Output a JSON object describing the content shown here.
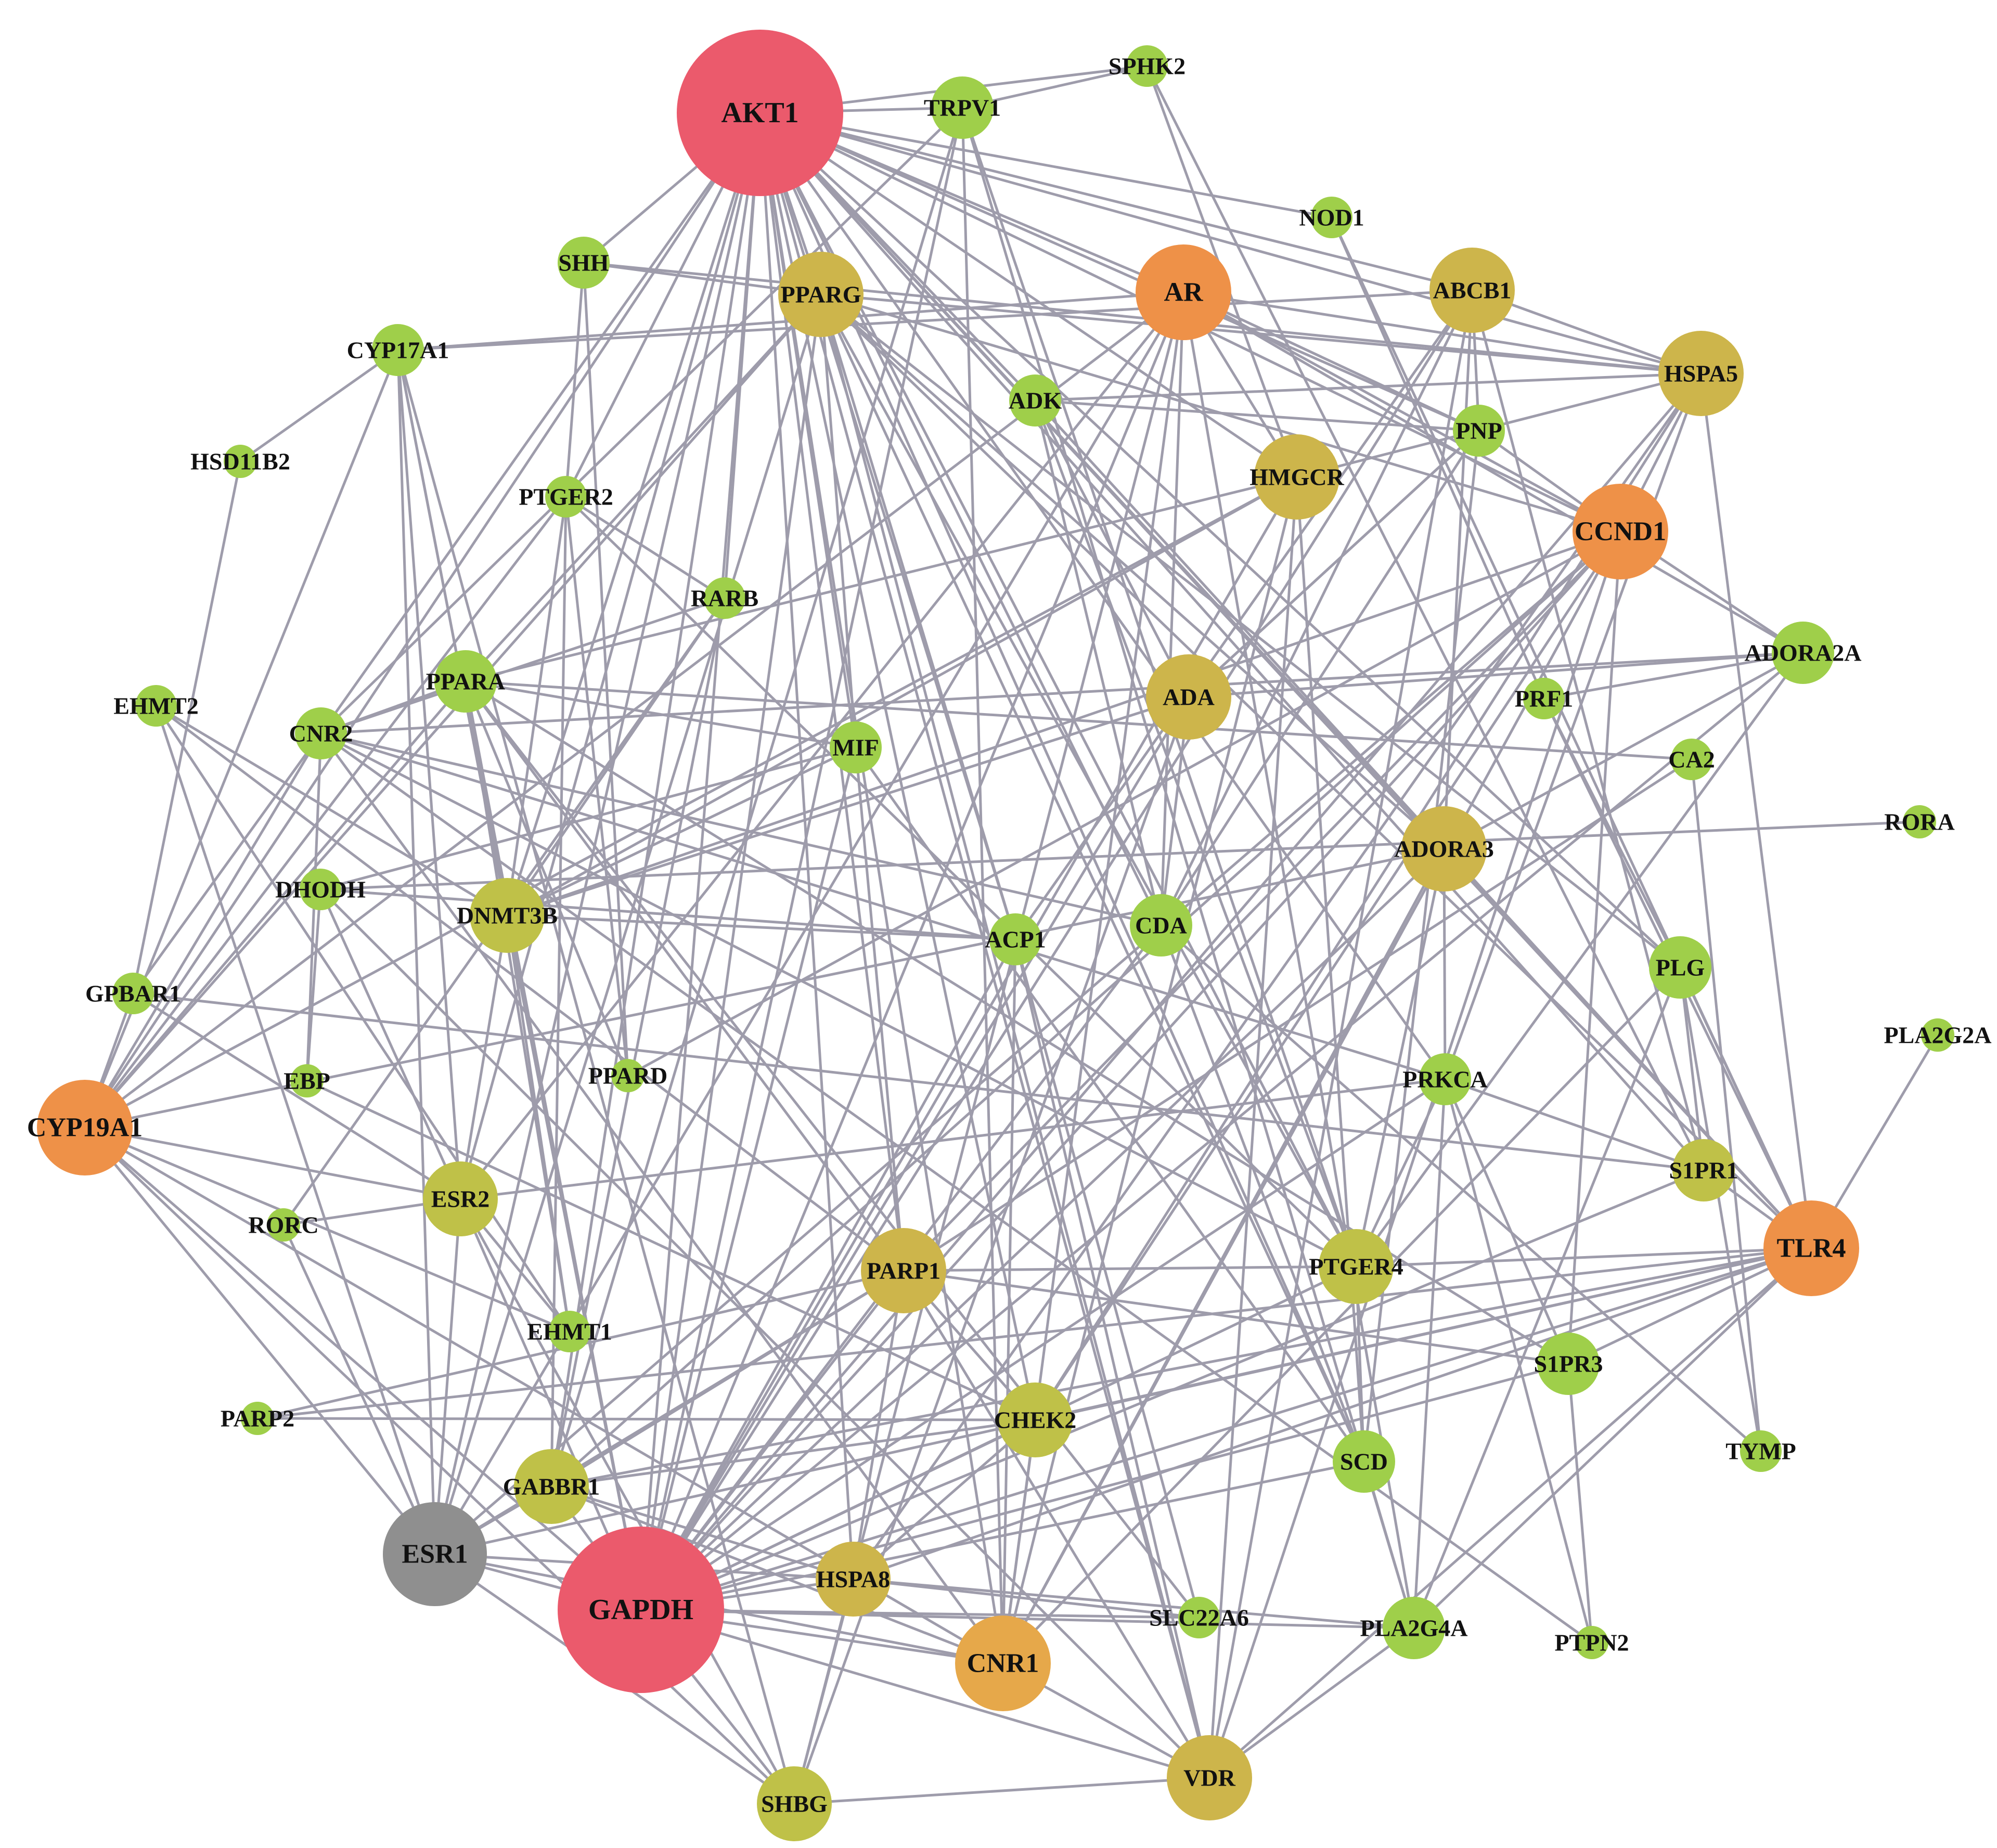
{
  "colors": {
    "edge": "#9e9cab",
    "hub": "#eb5a6c",
    "high": "#ee9148",
    "mid_high": "#e6a84a",
    "mid": "#cdb54b",
    "mid_low": "#bfc148",
    "low": "#9fcf4a",
    "gray": "#8f8f8f"
  },
  "nodes": [
    {
      "id": "AKT1",
      "label": "AKT1",
      "color": "hub",
      "degree": 36
    },
    {
      "id": "GAPDH",
      "label": "GAPDH",
      "color": "hub",
      "degree": 36
    },
    {
      "id": "ESR1",
      "label": "ESR1",
      "color": "gray",
      "degree": 22
    },
    {
      "id": "AR",
      "label": "AR",
      "color": "high",
      "degree": 17
    },
    {
      "id": "CCND1",
      "label": "CCND1",
      "color": "high",
      "degree": 17
    },
    {
      "id": "TLR4",
      "label": "TLR4",
      "color": "high",
      "degree": 17
    },
    {
      "id": "CYP19A1",
      "label": "CYP19A1",
      "color": "high",
      "degree": 16
    },
    {
      "id": "CNR1",
      "label": "CNR1",
      "color": "mid_high",
      "degree": 15
    },
    {
      "id": "PPARG",
      "label": "PPARG",
      "color": "mid",
      "degree": 14
    },
    {
      "id": "ABCB1",
      "label": "ABCB1",
      "color": "mid",
      "degree": 13
    },
    {
      "id": "HSPA5",
      "label": "HSPA5",
      "color": "mid",
      "degree": 13
    },
    {
      "id": "HMGCR",
      "label": "HMGCR",
      "color": "mid",
      "degree": 13
    },
    {
      "id": "ADA",
      "label": "ADA",
      "color": "mid",
      "degree": 13
    },
    {
      "id": "ADORA3",
      "label": "ADORA3",
      "color": "mid",
      "degree": 12
    },
    {
      "id": "PARP1",
      "label": "PARP1",
      "color": "mid",
      "degree": 12
    },
    {
      "id": "VDR",
      "label": "VDR",
      "color": "mid",
      "degree": 12
    },
    {
      "id": "HSPA8",
      "label": "HSPA8",
      "color": "mid",
      "degree": 11
    },
    {
      "id": "DNMT3B",
      "label": "DNMT3B",
      "color": "mid_low",
      "degree": 11
    },
    {
      "id": "GABBR1",
      "label": "GABBR1",
      "color": "mid_low",
      "degree": 11
    },
    {
      "id": "PTGER4",
      "label": "PTGER4",
      "color": "mid_low",
      "degree": 11
    },
    {
      "id": "ESR2",
      "label": "ESR2",
      "color": "mid_low",
      "degree": 10
    },
    {
      "id": "SHBG",
      "label": "SHBG",
      "color": "mid_low",
      "degree": 10
    },
    {
      "id": "CHEK2",
      "label": "CHEK2",
      "color": "mid_low",
      "degree": 10
    },
    {
      "id": "S1PR1",
      "label": "S1PR1",
      "color": "mid_low",
      "degree": 9
    },
    {
      "id": "ADORA2A",
      "label": "ADORA2A",
      "color": "low",
      "degree": 8
    },
    {
      "id": "PPARA",
      "label": "PPARA",
      "color": "low",
      "degree": 8
    },
    {
      "id": "TRPV1",
      "label": "TRPV1",
      "color": "low",
      "degree": 8
    },
    {
      "id": "CDA",
      "label": "CDA",
      "color": "low",
      "degree": 8
    },
    {
      "id": "SCD",
      "label": "SCD",
      "color": "low",
      "degree": 8
    },
    {
      "id": "S1PR3",
      "label": "S1PR3",
      "color": "low",
      "degree": 8
    },
    {
      "id": "PLA2G4A",
      "label": "PLA2G4A",
      "color": "low",
      "degree": 8
    },
    {
      "id": "PLG",
      "label": "PLG",
      "color": "low",
      "degree": 8
    },
    {
      "id": "PRKCA",
      "label": "PRKCA",
      "color": "low",
      "degree": 7
    },
    {
      "id": "CNR2",
      "label": "CNR2",
      "color": "low",
      "degree": 7
    },
    {
      "id": "CYP17A1",
      "label": "CYP17A1",
      "color": "low",
      "degree": 7
    },
    {
      "id": "ADK",
      "label": "ADK",
      "color": "low",
      "degree": 7
    },
    {
      "id": "PNP",
      "label": "PNP",
      "color": "low",
      "degree": 7
    },
    {
      "id": "SHH",
      "label": "SHH",
      "color": "low",
      "degree": 6
    },
    {
      "id": "SPHK2",
      "label": "SPHK2",
      "color": "low",
      "degree": 5
    },
    {
      "id": "MIF",
      "label": "MIF",
      "color": "low",
      "degree": 6
    },
    {
      "id": "ACP1",
      "label": "ACP1",
      "color": "low",
      "degree": 6
    },
    {
      "id": "RARB",
      "label": "RARB",
      "color": "low",
      "degree": 5
    },
    {
      "id": "PTGER2",
      "label": "PTGER2",
      "color": "low",
      "degree": 5
    },
    {
      "id": "CA2",
      "label": "CA2",
      "color": "low",
      "degree": 5
    },
    {
      "id": "PRF1",
      "label": "PRF1",
      "color": "low",
      "degree": 5
    },
    {
      "id": "NOD1",
      "label": "NOD1",
      "color": "low",
      "degree": 4
    },
    {
      "id": "GPBAR1",
      "label": "GPBAR1",
      "color": "low",
      "degree": 4
    },
    {
      "id": "DHODH",
      "label": "DHODH",
      "color": "low",
      "degree": 4
    },
    {
      "id": "EHMT2",
      "label": "EHMT2",
      "color": "low",
      "degree": 4
    },
    {
      "id": "EHMT1",
      "label": "EHMT1",
      "color": "low",
      "degree": 4
    },
    {
      "id": "TYMP",
      "label": "TYMP",
      "color": "low",
      "degree": 4
    },
    {
      "id": "SLC22A6",
      "label": "SLC22A6",
      "color": "low",
      "degree": 4
    },
    {
      "id": "PTPN2",
      "label": "PTPN2",
      "color": "low",
      "degree": 3
    },
    {
      "id": "PARP2",
      "label": "PARP2",
      "color": "low",
      "degree": 3
    },
    {
      "id": "RORC",
      "label": "RORC",
      "color": "low",
      "degree": 3
    },
    {
      "id": "EBP",
      "label": "EBP",
      "color": "low",
      "degree": 3
    },
    {
      "id": "HSD11B2",
      "label": "HSD11B2",
      "color": "low",
      "degree": 2
    },
    {
      "id": "PPARD",
      "label": "PPARD",
      "color": "low",
      "degree": 3
    },
    {
      "id": "RORA",
      "label": "RORA",
      "color": "low",
      "degree": 1
    },
    {
      "id": "PLA2G2A",
      "label": "PLA2G2A",
      "color": "low",
      "degree": 1
    }
  ],
  "edges": [
    [
      "AKT1",
      "TRPV1"
    ],
    [
      "AKT1",
      "SPHK2"
    ],
    [
      "AKT1",
      "NOD1"
    ],
    [
      "AKT1",
      "ABCB1"
    ],
    [
      "AKT1",
      "HSPA5"
    ],
    [
      "AKT1",
      "AR"
    ],
    [
      "AKT1",
      "PPARG"
    ],
    [
      "AKT1",
      "SHH"
    ],
    [
      "AKT1",
      "ADK"
    ],
    [
      "AKT1",
      "PNP"
    ],
    [
      "AKT1",
      "HMGCR"
    ],
    [
      "AKT1",
      "CCND1"
    ],
    [
      "AKT1",
      "ADORA3"
    ],
    [
      "AKT1",
      "TLR4"
    ],
    [
      "AKT1",
      "CYP19A1"
    ],
    [
      "AKT1",
      "GAPDH"
    ],
    [
      "AKT1",
      "ESR1"
    ],
    [
      "AKT1",
      "RARB"
    ],
    [
      "AKT1",
      "PTGER2"
    ],
    [
      "AKT1",
      "MIF"
    ],
    [
      "AKT1",
      "PARP1"
    ],
    [
      "AKT1",
      "VDR"
    ],
    [
      "AKT1",
      "CNR1"
    ],
    [
      "AKT1",
      "ACP1"
    ],
    [
      "AKT1",
      "PRKCA"
    ],
    [
      "AKT1",
      "CHEK2"
    ],
    [
      "AKT1",
      "DNMT3B"
    ],
    [
      "AKT1",
      "CNR2"
    ],
    [
      "AKT1",
      "PLG"
    ],
    [
      "AKT1",
      "S1PR1"
    ],
    [
      "AKT1",
      "ESR2"
    ],
    [
      "AKT1",
      "GABBR1"
    ],
    [
      "AKT1",
      "HSPA8"
    ],
    [
      "AKT1",
      "SCD"
    ],
    [
      "AKT1",
      "PTGER4"
    ],
    [
      "AKT1",
      "CDA"
    ],
    [
      "GAPDH",
      "ESR1"
    ],
    [
      "GAPDH",
      "SHBG"
    ],
    [
      "GAPDH",
      "CNR1"
    ],
    [
      "GAPDH",
      "HSPA8"
    ],
    [
      "GAPDH",
      "VDR"
    ],
    [
      "GAPDH",
      "GABBR1"
    ],
    [
      "GAPDH",
      "PARP1"
    ],
    [
      "GAPDH",
      "CHEK2"
    ],
    [
      "GAPDH",
      "PPARG"
    ],
    [
      "GAPDH",
      "AR"
    ],
    [
      "GAPDH",
      "ABCB1"
    ],
    [
      "GAPDH",
      "HSPA5"
    ],
    [
      "GAPDH",
      "HMGCR"
    ],
    [
      "GAPDH",
      "CCND1"
    ],
    [
      "GAPDH",
      "ADA"
    ],
    [
      "GAPDH",
      "ADORA3"
    ],
    [
      "GAPDH",
      "TLR4"
    ],
    [
      "GAPDH",
      "S1PR1"
    ],
    [
      "GAPDH",
      "S1PR3"
    ],
    [
      "GAPDH",
      "PTGER4"
    ],
    [
      "GAPDH",
      "MIF"
    ],
    [
      "GAPDH",
      "ACP1"
    ],
    [
      "GAPDH",
      "CDA"
    ],
    [
      "GAPDH",
      "DNMT3B"
    ],
    [
      "GAPDH",
      "ESR2"
    ],
    [
      "GAPDH",
      "CYP19A1"
    ],
    [
      "GAPDH",
      "PRKCA"
    ],
    [
      "GAPDH",
      "PLA2G4A"
    ],
    [
      "GAPDH",
      "SCD"
    ],
    [
      "GAPDH",
      "TRPV1"
    ],
    [
      "GAPDH",
      "PPARA"
    ],
    [
      "GAPDH",
      "CYP17A1"
    ],
    [
      "GAPDH",
      "ADORA2A"
    ],
    [
      "GAPDH",
      "SLC22A6"
    ],
    [
      "ESR1",
      "CYP19A1"
    ],
    [
      "ESR1",
      "ESR2"
    ],
    [
      "ESR1",
      "SHBG"
    ],
    [
      "ESR1",
      "GABBR1"
    ],
    [
      "ESR1",
      "CNR1"
    ],
    [
      "ESR1",
      "EHMT2"
    ],
    [
      "ESR1",
      "RORC"
    ],
    [
      "ESR1",
      "PARP1"
    ],
    [
      "ESR1",
      "TLR4"
    ],
    [
      "ESR1",
      "CCND1"
    ],
    [
      "ESR1",
      "AR"
    ],
    [
      "ESR1",
      "PPARG"
    ],
    [
      "ESR1",
      "CYP17A1"
    ],
    [
      "ESR1",
      "HSPA8"
    ],
    [
      "CYP19A1",
      "CYP17A1"
    ],
    [
      "CYP19A1",
      "GPBAR1"
    ],
    [
      "CYP19A1",
      "PPARG"
    ],
    [
      "CYP19A1",
      "ESR2"
    ],
    [
      "CYP19A1",
      "CNR2"
    ],
    [
      "CYP19A1",
      "PTGER2"
    ],
    [
      "CYP19A1",
      "HMGCR"
    ],
    [
      "CYP19A1",
      "SHBG"
    ],
    [
      "CYP19A1",
      "PPARA"
    ],
    [
      "CYP19A1",
      "ADORA3"
    ],
    [
      "CYP19A1",
      "AR"
    ],
    [
      "CYP19A1",
      "CNR1"
    ],
    [
      "CYP19A1",
      "EHMT1"
    ],
    [
      "CYP17A1",
      "HSD11B2"
    ],
    [
      "CYP17A1",
      "AR"
    ],
    [
      "CYP17A1",
      "DNMT3B"
    ],
    [
      "CYP17A1",
      "SHBG"
    ],
    [
      "CYP17A1",
      "ESR2"
    ],
    [
      "HSD11B2",
      "GPBAR1"
    ],
    [
      "EHMT2",
      "EHMT1"
    ],
    [
      "EHMT2",
      "DNMT3B"
    ],
    [
      "EHMT2",
      "PARP1"
    ],
    [
      "SHH",
      "PPARG"
    ],
    [
      "SHH",
      "PTGER2"
    ],
    [
      "SHH",
      "HSPA5"
    ],
    [
      "SHH",
      "PPARD"
    ],
    [
      "PPARG",
      "HSPA5"
    ],
    [
      "PPARG",
      "CCND1"
    ],
    [
      "PPARG",
      "PPARA"
    ],
    [
      "PPARG",
      "ACP1"
    ],
    [
      "PPARG",
      "PTGER4"
    ],
    [
      "PPARG",
      "VDR"
    ],
    [
      "PPARG",
      "TLR4"
    ],
    [
      "PPARG",
      "SCD"
    ],
    [
      "PPARG",
      "ADORA3"
    ],
    [
      "PPARG",
      "MIF"
    ],
    [
      "PPARG",
      "PLG"
    ],
    [
      "AR",
      "HSPA5"
    ],
    [
      "AR",
      "CCND1"
    ],
    [
      "AR",
      "PLA2G4A"
    ],
    [
      "AR",
      "HMGCR"
    ],
    [
      "AR",
      "ESR2"
    ],
    [
      "AR",
      "SHBG"
    ],
    [
      "AR",
      "CNR1"
    ],
    [
      "AR",
      "PNP"
    ],
    [
      "AR",
      "CDA"
    ],
    [
      "AR",
      "ADORA2A"
    ],
    [
      "ABCB1",
      "HSPA5"
    ],
    [
      "ABCB1",
      "PNP"
    ],
    [
      "ABCB1",
      "CYP17A1"
    ],
    [
      "ABCB1",
      "ADORA3"
    ],
    [
      "ABCB1",
      "S1PR1"
    ],
    [
      "ABCB1",
      "VDR"
    ],
    [
      "ABCB1",
      "CDA"
    ],
    [
      "ABCB1",
      "ACP1"
    ],
    [
      "HSPA5",
      "CCND1"
    ],
    [
      "HSPA5",
      "HMGCR"
    ],
    [
      "HSPA5",
      "TLR4"
    ],
    [
      "HSPA5",
      "ADK"
    ],
    [
      "HSPA5",
      "HSPA8"
    ],
    [
      "HSPA5",
      "CHEK2"
    ],
    [
      "HSPA5",
      "PRKCA"
    ],
    [
      "SPHK2",
      "HMGCR"
    ],
    [
      "SPHK2",
      "S1PR1"
    ],
    [
      "SPHK2",
      "TRPV1"
    ],
    [
      "TRPV1",
      "CNR1"
    ],
    [
      "TRPV1",
      "CNR2"
    ],
    [
      "TRPV1",
      "PLA2G4A"
    ],
    [
      "TRPV1",
      "PTGER4"
    ],
    [
      "TRPV1",
      "GABBR1"
    ],
    [
      "NOD1",
      "PRF1"
    ],
    [
      "NOD1",
      "TLR4"
    ],
    [
      "ADK",
      "ADA"
    ],
    [
      "ADK",
      "PNP"
    ],
    [
      "ADK",
      "CDA"
    ],
    [
      "ADK",
      "TLR4"
    ],
    [
      "ADK",
      "PTGER4"
    ],
    [
      "PNP",
      "ADA"
    ],
    [
      "PNP",
      "CCND1"
    ],
    [
      "PNP",
      "SCD"
    ],
    [
      "HMGCR",
      "SCD"
    ],
    [
      "HMGCR",
      "PPARA"
    ],
    [
      "HMGCR",
      "VDR"
    ],
    [
      "HMGCR",
      "DNMT3B"
    ],
    [
      "HMGCR",
      "CNR1"
    ],
    [
      "CCND1",
      "CHEK2"
    ],
    [
      "CCND1",
      "PARP1"
    ],
    [
      "CCND1",
      "VDR"
    ],
    [
      "CCND1",
      "ADORA2A"
    ],
    [
      "CCND1",
      "PPARD"
    ],
    [
      "CCND1",
      "GABBR1"
    ],
    [
      "CCND1",
      "S1PR3"
    ],
    [
      "CCND1",
      "CNR1"
    ],
    [
      "CCND1",
      "DNMT3B"
    ],
    [
      "ADORA2A",
      "ADA"
    ],
    [
      "ADORA2A",
      "ADORA3"
    ],
    [
      "ADORA2A",
      "PTGER4"
    ],
    [
      "ADORA2A",
      "PRF1"
    ],
    [
      "ADORA2A",
      "CNR2"
    ],
    [
      "ADA",
      "CDA"
    ],
    [
      "ADA",
      "PNP"
    ],
    [
      "ADA",
      "DNMT3B"
    ],
    [
      "ADA",
      "SHBG"
    ],
    [
      "PRF1",
      "PLG"
    ],
    [
      "PRF1",
      "TLR4"
    ],
    [
      "CA2",
      "PPARA"
    ],
    [
      "CA2",
      "PARP1"
    ],
    [
      "CA2",
      "TYMP"
    ],
    [
      "RORA",
      "DHODH"
    ],
    [
      "ADORA3",
      "PRKCA"
    ],
    [
      "ADORA3",
      "TLR4"
    ],
    [
      "ADORA3",
      "CNR1"
    ],
    [
      "ADORA3",
      "PTGER4"
    ],
    [
      "CDA",
      "TYMP"
    ],
    [
      "CDA",
      "PNP"
    ],
    [
      "CDA",
      "SCD"
    ],
    [
      "CDA",
      "CNR2"
    ],
    [
      "ACP1",
      "CNR1"
    ],
    [
      "ACP1",
      "VDR"
    ],
    [
      "ACP1",
      "SLC22A6"
    ],
    [
      "ACP1",
      "DHODH"
    ],
    [
      "PLG",
      "S1PR1"
    ],
    [
      "PLG",
      "TLR4"
    ],
    [
      "PLG",
      "PLA2G4A"
    ],
    [
      "PLG",
      "CNR1"
    ],
    [
      "PLA2G2A",
      "TLR4"
    ],
    [
      "PRKCA",
      "S1PR1"
    ],
    [
      "PRKCA",
      "PLA2G4A"
    ],
    [
      "PRKCA",
      "PTGER4"
    ],
    [
      "PRKCA",
      "PTPN2"
    ],
    [
      "PRKCA",
      "CNR2"
    ],
    [
      "PRKCA",
      "ESR2"
    ],
    [
      "PRKCA",
      "S1PR3"
    ],
    [
      "S1PR1",
      "TLR4"
    ],
    [
      "S1PR1",
      "GPBAR1"
    ],
    [
      "TLR4",
      "S1PR3"
    ],
    [
      "TLR4",
      "PTGER4"
    ],
    [
      "TLR4",
      "HSPA8"
    ],
    [
      "TLR4",
      "CHEK2"
    ],
    [
      "TLR4",
      "PARP2"
    ],
    [
      "TLR4",
      "GABBR1"
    ],
    [
      "TLR4",
      "PLA2G4A"
    ],
    [
      "TLR4",
      "VDR"
    ],
    [
      "PTGER4",
      "PARP1"
    ],
    [
      "PTGER4",
      "SCD"
    ],
    [
      "PTGER4",
      "CNR2"
    ],
    [
      "PTGER4",
      "PTGER2"
    ],
    [
      "S1PR3",
      "PARP1"
    ],
    [
      "S1PR3",
      "PTPN2"
    ],
    [
      "S1PR3",
      "PPARA"
    ],
    [
      "TYMP",
      "PLG"
    ],
    [
      "SCD",
      "PLA2G4A"
    ],
    [
      "SCD",
      "MIF"
    ],
    [
      "PLA2G4A",
      "VDR"
    ],
    [
      "PLA2G4A",
      "HSPA8"
    ],
    [
      "PTPN2",
      "CNR2"
    ],
    [
      "SLC22A6",
      "HSPA8"
    ],
    [
      "SLC22A6",
      "PPARA"
    ],
    [
      "VDR",
      "CNR1"
    ],
    [
      "VDR",
      "SHBG"
    ],
    [
      "VDR",
      "PARP1"
    ],
    [
      "VDR",
      "DHODH"
    ],
    [
      "CNR1",
      "CNR2"
    ],
    [
      "CNR1",
      "GABBR1"
    ],
    [
      "CNR1",
      "CHEK2"
    ],
    [
      "SHBG",
      "HSPA8"
    ],
    [
      "SHBG",
      "ESR2"
    ],
    [
      "HSPA8",
      "GABBR1"
    ],
    [
      "HSPA8",
      "CHEK2"
    ],
    [
      "HSPA8",
      "PARP1"
    ],
    [
      "GABBR1",
      "PARP1"
    ],
    [
      "GABBR1",
      "CHEK2"
    ],
    [
      "GABBR1",
      "RARB"
    ],
    [
      "GABBR1",
      "PTGER2"
    ],
    [
      "CHEK2",
      "PARP2"
    ],
    [
      "CHEK2",
      "EBP"
    ],
    [
      "CHEK2",
      "PARP1"
    ],
    [
      "PARP2",
      "PARP1"
    ],
    [
      "EHMT1",
      "DNMT3B"
    ],
    [
      "EHMT1",
      "ESR2"
    ],
    [
      "EHMT1",
      "PPARA"
    ],
    [
      "RORC",
      "RARB"
    ],
    [
      "RORC",
      "ESR2"
    ],
    [
      "ESR2",
      "DNMT3B"
    ],
    [
      "ESR2",
      "GPBAR1"
    ],
    [
      "ESR2",
      "DHODH"
    ],
    [
      "EBP",
      "DHODH"
    ],
    [
      "EBP",
      "CNR2"
    ],
    [
      "PPARD",
      "PPARA"
    ],
    [
      "PPARD",
      "PTGER2"
    ],
    [
      "GPBAR1",
      "CNR2"
    ],
    [
      "DHODH",
      "MIF"
    ],
    [
      "DNMT3B",
      "PPARA"
    ],
    [
      "DNMT3B",
      "MIF"
    ],
    [
      "DNMT3B",
      "ACP1"
    ],
    [
      "DNMT3B",
      "RARB"
    ],
    [
      "DNMT3B",
      "PTGER2"
    ],
    [
      "CNR2",
      "PPARA"
    ],
    [
      "CNR2",
      "RARB"
    ],
    [
      "PPARA",
      "MIF"
    ],
    [
      "PPARA",
      "PARP1"
    ],
    [
      "MIF",
      "PARP1"
    ],
    [
      "RARB",
      "PTGER2"
    ]
  ]
}
